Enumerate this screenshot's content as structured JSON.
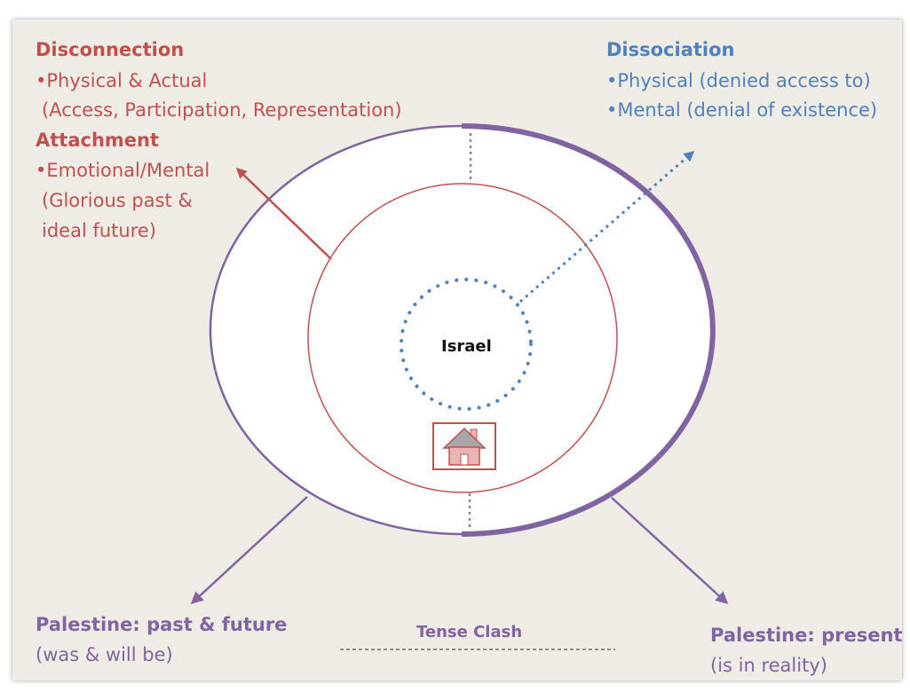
{
  "disconnection": {
    "title": "Disconnection",
    "line1": "•Physical & Actual",
    "line2": "(Access, Participation, Representation)"
  },
  "attachment": {
    "title": "Attachment",
    "line1": "•Emotional/Mental",
    "line2": "(Glorious past &",
    "line3": "ideal future)"
  },
  "dissociation": {
    "title": "Dissociation",
    "line1": "•Physical (denied access to)",
    "line2": "•Mental (denial of existence)"
  },
  "center": {
    "label": "Israel"
  },
  "palestine_past": {
    "title": "Palestine: past & future",
    "subtitle": "(was & will be)"
  },
  "tense_clash": {
    "label": "Tense Clash"
  },
  "palestine_present": {
    "title": "Palestine: present",
    "subtitle": "(is in reality)"
  },
  "colors": {
    "red": "#c0504d",
    "blue": "#4f81bd",
    "purple": "#8064a2",
    "background": "#efebe5"
  },
  "icons": {
    "home": "house-icon"
  }
}
